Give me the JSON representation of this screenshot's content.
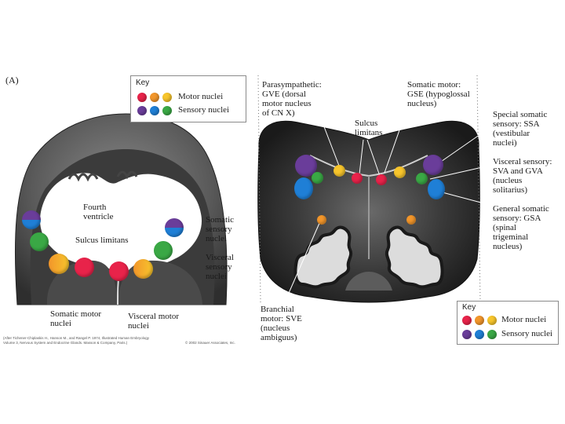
{
  "colors": {
    "red": "#e8234a",
    "orange": "#f2962b",
    "yellow": "#f7c52c",
    "purple": "#6a3d9a",
    "blue": "#1f7fd6",
    "green": "#3aa845"
  },
  "panel_a": {
    "tag": "(A)",
    "key": {
      "title": "Key",
      "motor_label": "Motor nuclei",
      "sensory_label": "Sensory nuclei"
    },
    "labels": {
      "fourth_ventricle": "Fourth\nventricle",
      "sulcus_limitans": "Sulcus limitans",
      "somatic_sensory": "Somatic\nsensory\nnuclei",
      "visceral_sensory": "Visceral\nsensory\nnuclei",
      "somatic_motor": "Somatic motor\nnuclei",
      "visceral_motor": "Visceral motor\nnuclei"
    },
    "credit_left": "(After Tichener-Chiplaskis H., Hanson M., and Rangel P. 1974, Illustrated Human Embryology\nVolume 3, Nervous System and Endocrine Glands. Masson & Company, Paris.)",
    "credit_right": "© 2002 Sinauer Associates, Inc."
  },
  "panel_b": {
    "labels": {
      "parasympathetic": "Parasympathetic:\nGVE (dorsal\nmotor nucleus\nof CN X)",
      "sulcus_limitans": "Sulcus\nlimitans",
      "somatic_motor": "Somatic motor:\nGSE (hypoglossal\nnucleus)",
      "special_somatic": "Special somatic\nsensory: SSA\n(vestibular\nnuclei)",
      "visceral_sensory": "Visceral sensory:\nSVA and GVA\n(nucleus\nsolitarius)",
      "general_somatic": "General somatic\nsensory: GSA\n(spinal\ntrigeminal\nnucleus)",
      "branchial_motor": "Branchial\nmotor: SVE\n(nucleus\nambiguus)"
    },
    "key": {
      "title": "Key",
      "motor_label": "Motor nuclei",
      "sensory_label": "Sensory nuclei"
    }
  }
}
